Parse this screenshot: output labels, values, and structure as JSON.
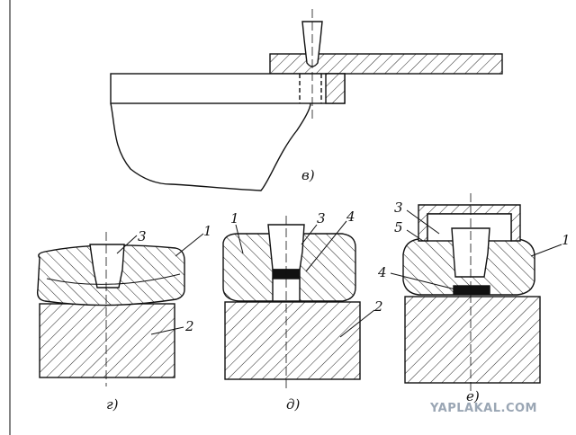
{
  "figures": {
    "v": {
      "caption": "в)"
    },
    "g": {
      "caption": "г)",
      "labels": [
        "3",
        "1",
        "2"
      ]
    },
    "d": {
      "caption": "д)",
      "labels": [
        "1",
        "3",
        "4",
        "2"
      ]
    },
    "e": {
      "caption": "е)",
      "labels": [
        "3",
        "5",
        "1",
        "4"
      ]
    }
  },
  "watermark": "YAPLAKAL.COM"
}
